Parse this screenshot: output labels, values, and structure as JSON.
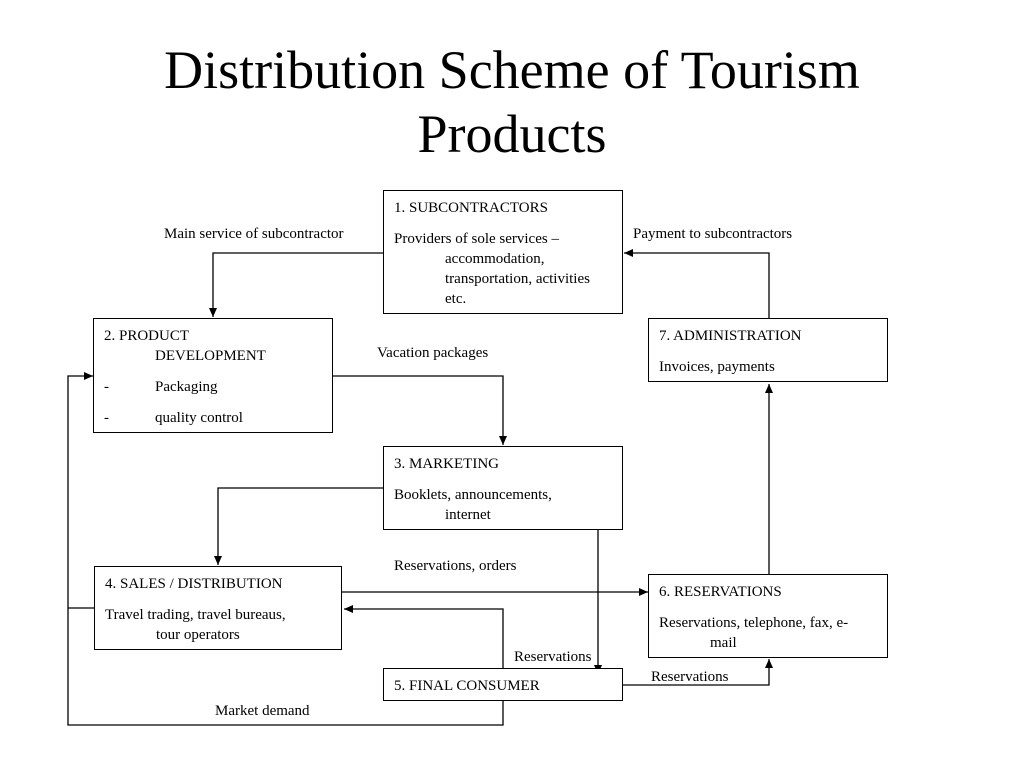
{
  "title_line1": "Distribution Scheme of Tourism",
  "title_line2": "Products",
  "boxes": {
    "subcontractors": {
      "heading": "1. SUBCONTRACTORS",
      "line1": "Providers of sole services –",
      "line2": "accommodation,",
      "line3": "transportation, activities",
      "line4": "etc."
    },
    "product_development": {
      "heading1": "2. PRODUCT",
      "heading2": "DEVELOPMENT",
      "dash": "-",
      "item1": "Packaging",
      "item2": "quality control"
    },
    "marketing": {
      "heading": "3. MARKETING",
      "line1": "Booklets, announcements,",
      "line2": "internet"
    },
    "sales": {
      "heading": "4. SALES / DISTRIBUTION",
      "line1": "Travel trading, travel bureaus,",
      "line2": "tour operators"
    },
    "final_consumer": {
      "heading": "5. FINAL CONSUMER"
    },
    "reservations": {
      "heading": "6. RESERVATIONS",
      "line1": "Reservations, telephone, fax, e-",
      "line2": "mail"
    },
    "administration": {
      "heading": "7. ADMINISTRATION",
      "line1": "Invoices, payments"
    }
  },
  "labels": {
    "main_service": "Main service of subcontractor",
    "payment": "Payment to subcontractors",
    "vacation_packages": "Vacation packages",
    "reservations_orders": "Reservations, orders",
    "reservations_mid": "Reservations",
    "reservations_right": "Reservations",
    "market_demand": "Market demand"
  }
}
